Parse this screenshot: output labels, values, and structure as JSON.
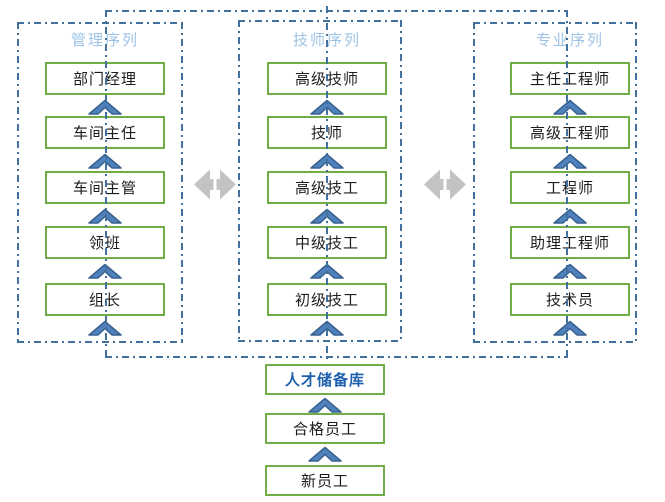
{
  "diagram": {
    "kind": "career-ladder-flow"
  },
  "colors": {
    "line_blue": "#41719C",
    "box_border_green": "#70AD47",
    "title_light_blue": "#9DC3E6",
    "chevron_fill": "#4F81BD",
    "chevron_stroke": "#38618F",
    "double_arrow_gray": "#C3C3C3",
    "pool_text_blue": "#2060AE",
    "level_text": "#1c1c1c"
  },
  "columns": [
    {
      "title": "管理序列",
      "levels": [
        "部门经理",
        "车间主任",
        "车间主管",
        "领班",
        "组长"
      ]
    },
    {
      "title": "技师序列",
      "levels": [
        "高级技师",
        "技师",
        "高级技工",
        "中级技工",
        "初级技工"
      ]
    },
    {
      "title": "专业序列",
      "levels": [
        "主任工程师",
        "高级工程师",
        "工程师",
        "助理工程师",
        "技术员"
      ]
    }
  ],
  "pipeline": {
    "levels": [
      "人才储备库",
      "合格员工",
      "新员工"
    ],
    "highlight_index": 0
  }
}
